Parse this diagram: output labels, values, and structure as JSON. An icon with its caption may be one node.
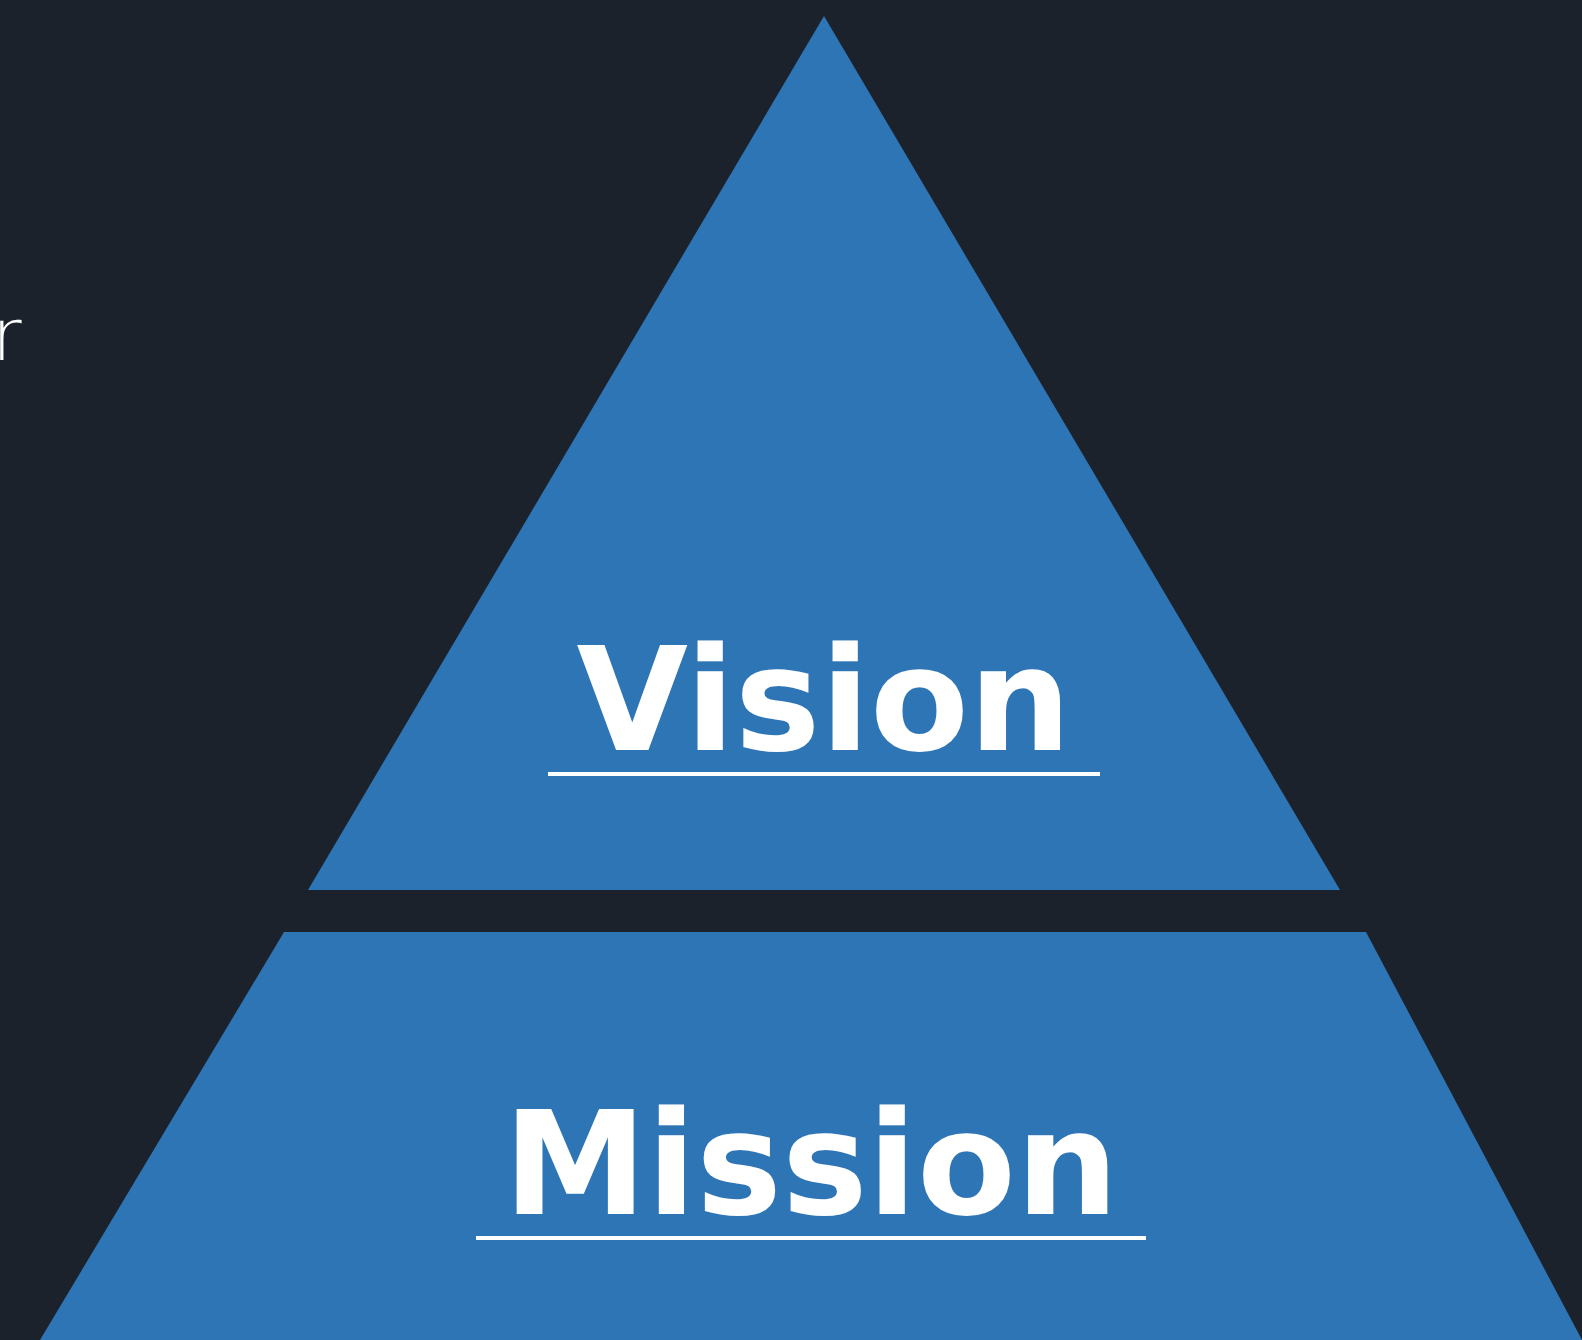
{
  "diagram": {
    "nodes": [
      {
        "text": [
          "Vision"
        ]
      },
      {
        "text": [
          "Mission"
        ]
      }
    ],
    "labels": [
      "r"
    ]
  }
}
